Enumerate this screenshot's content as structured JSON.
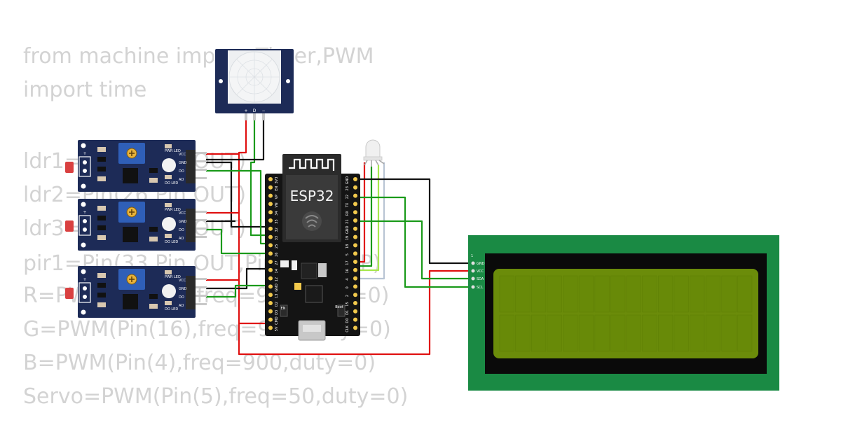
{
  "code_lines": [
    "from machine imp      Timer,PWM",
    "import time",
    "",
    "ldr1=Pin(14,Pin.OUT)",
    "ldr2=Pin(26,Pin.OUT)",
    "ldr3=Pin(25,Pin.OUT)",
    "pir1=Pin(33,Pin.OUT,Pin.PULL_UP)",
    "R=PWM(Pin(17),freq=900,duty=0)",
    "G=PWM(Pin(16),freq=900,duty=0)",
    "B=PWM(Pin(4),freq=900,duty=0)",
    "Servo=PWM(Pin(5),freq=50,duty=0)"
  ],
  "pir": {
    "pin_labels": [
      "+",
      "D",
      "−"
    ]
  },
  "ldr_module": {
    "pin_labels": [
      "VCC",
      "GND",
      "DO",
      "AO"
    ],
    "led_labels": [
      "PWR LED",
      "DO LED"
    ]
  },
  "esp32": {
    "chip_label": "ESP32",
    "right_pins": [
      "GND",
      "23",
      "22",
      "TX",
      "RX",
      "21",
      "GND",
      "19",
      "18",
      "5",
      "17",
      "16",
      "4",
      "0",
      "2",
      "15",
      "D1",
      "D0",
      "CLK"
    ],
    "left_pins": [
      "3V3",
      "EN",
      "VP",
      "VN",
      "34",
      "35",
      "32",
      "33",
      "25",
      "26",
      "27",
      "14",
      "12",
      "GND",
      "13",
      "D2",
      "D3",
      "CMD",
      "5V"
    ],
    "button_labels": [
      "EN",
      "Boot"
    ]
  },
  "lcd": {
    "pin_one": "1",
    "pin_labels": [
      "GND",
      "VCC",
      "SDA",
      "SCL"
    ],
    "rows": 2,
    "cols": 16
  },
  "colors": {
    "wire_red": "#e01010",
    "wire_black": "#111111",
    "wire_green": "#1a9a1a",
    "wire_lightgreen": "#a6e84c",
    "wire_gray": "#b8c4d4",
    "module_blue": "#1d2b57",
    "lcd_board": "#1a8a44",
    "lcd_screen": "#6b8c0a",
    "code_text": "#d3d3d3"
  }
}
